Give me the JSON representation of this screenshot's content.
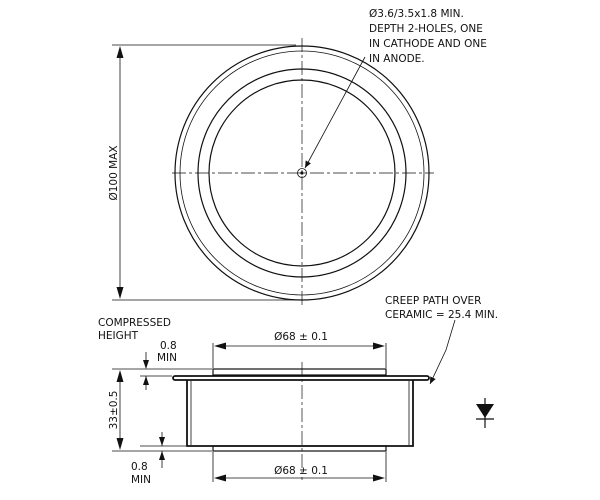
{
  "annotations": {
    "hole_note": [
      "Ø3.6/3.5x1.8 MIN.",
      "DEPTH 2-HOLES, ONE",
      "IN CATHODE AND ONE",
      "IN ANODE."
    ],
    "diameter_max": "Ø100 MAX",
    "creep_note": [
      "CREEP PATH OVER",
      "CERAMIC = 25.4 MIN."
    ],
    "compressed_height": [
      "COMPRESSED",
      "HEIGHT"
    ],
    "top_gap": [
      "0.8",
      "MIN"
    ],
    "bottom_gap": [
      "0.8",
      "MIN"
    ],
    "height": "33±0.5",
    "top_diameter": "Ø68 ± 0.1",
    "bottom_diameter": "Ø68 ± 0.1"
  },
  "symbol": "diode-symbol"
}
